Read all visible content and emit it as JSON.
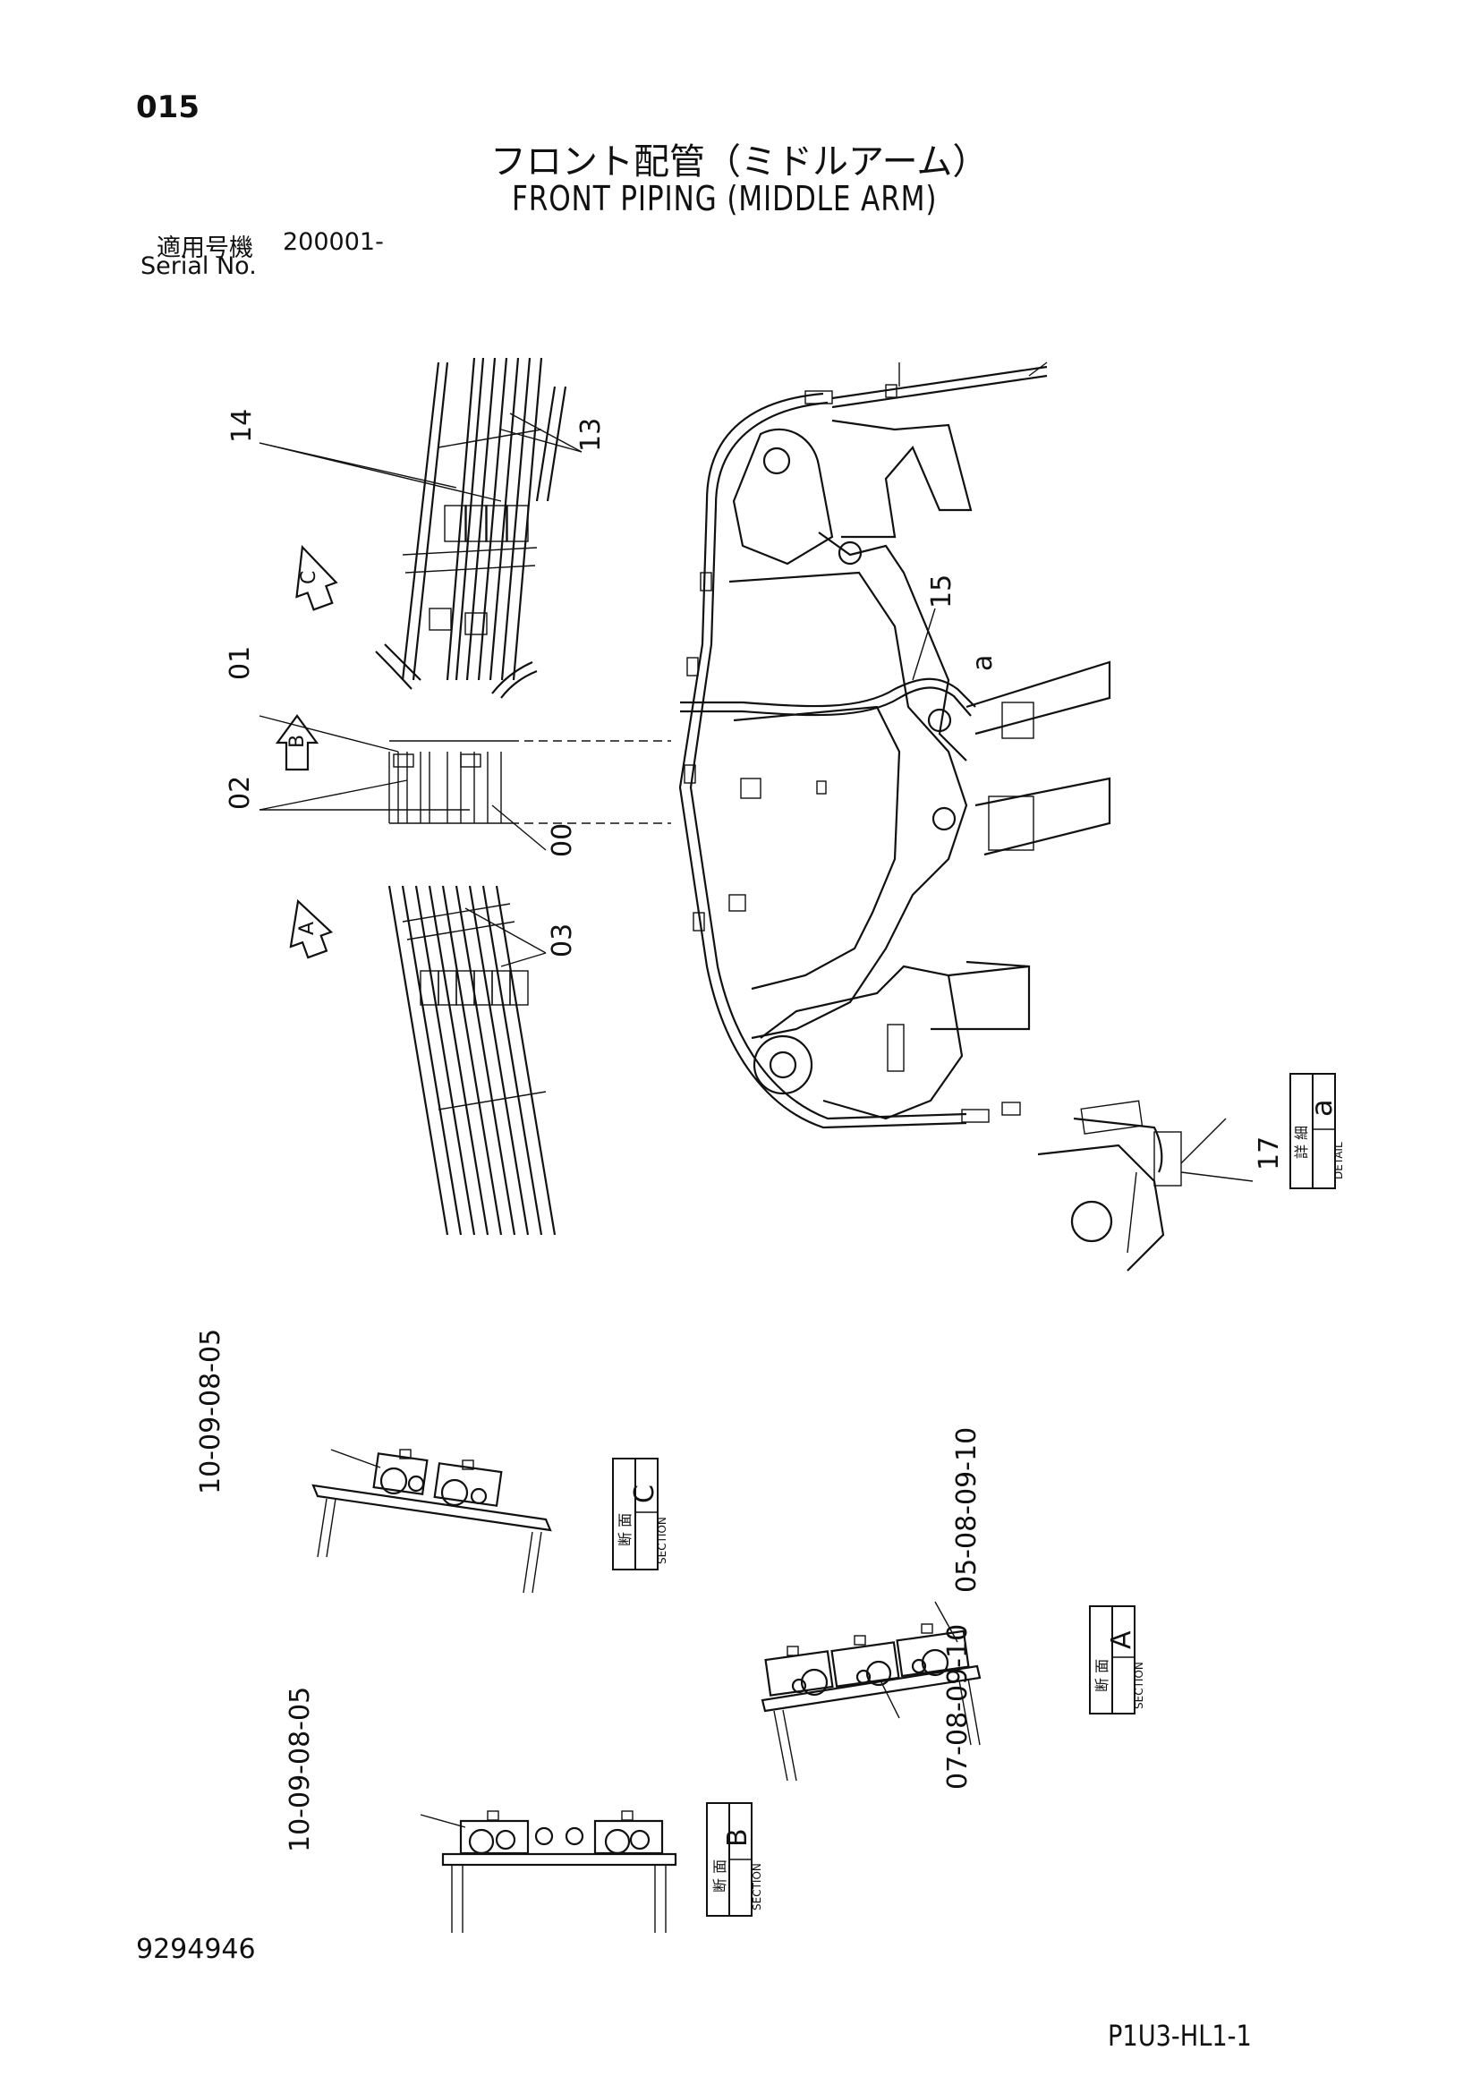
{
  "header": {
    "page_number": "015",
    "title_jp": "フロント配管（ミドルアーム）",
    "title_en": "FRONT PIPING (MIDDLE ARM)",
    "serial_label_jp": "適用号機",
    "serial_value": "200001-",
    "serial_label_en": "Serial No."
  },
  "callouts": {
    "c14": "14",
    "c13": "13",
    "c01": "01",
    "c02": "02",
    "c00": "00",
    "c03": "03",
    "c15": "15",
    "ca": "a",
    "c17": "17",
    "view_c": "C",
    "view_b": "B",
    "view_a": "A"
  },
  "detail_box": {
    "jp": "詳 細",
    "en": "DETAIL",
    "letter": "a"
  },
  "sections": [
    {
      "jp": "断 面",
      "en": "SECTION",
      "letter": "C",
      "callout": "10-09-08-05"
    },
    {
      "jp": "断 面",
      "en": "SECTION",
      "letter": "A",
      "callout_top": "05-08-09-10",
      "callout_bottom": "07-08-09-10"
    },
    {
      "jp": "断 面",
      "en": "SECTION",
      "letter": "B",
      "callout": "10-09-08-05"
    }
  ],
  "footer": {
    "doc_number": "9294946",
    "sheet_code": "P1U3-HL1-1"
  }
}
